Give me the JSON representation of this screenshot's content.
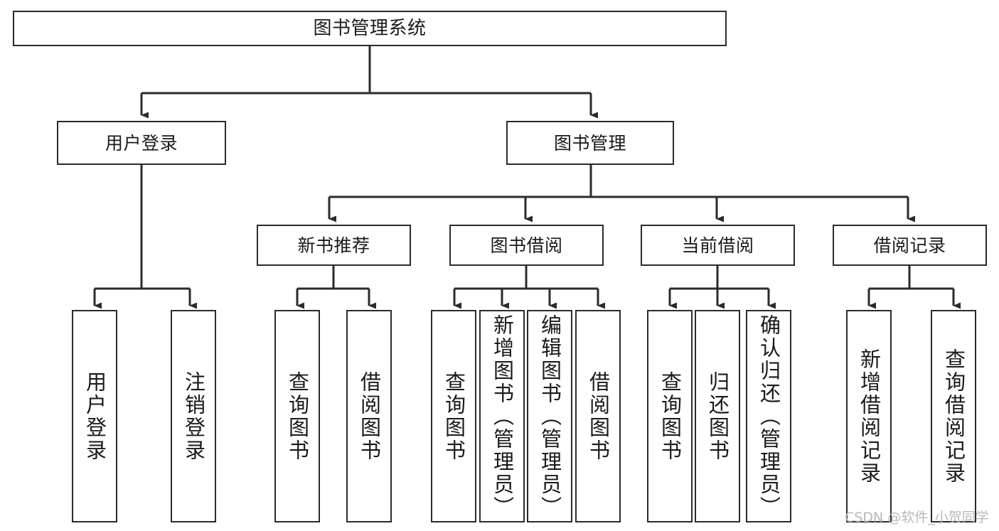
{
  "diagram": {
    "title": "图书管理系统",
    "watermark": "CSDN @软件_小贺同学",
    "type": "tree-hierarchy",
    "levels": 4,
    "colors": {
      "stroke": "#2b2b2b",
      "fill": "#ffffff",
      "text": "#1a1a1a",
      "watermark": "#b9b9b9"
    }
  },
  "nodes": {
    "root": {
      "label": "图书管理系统"
    },
    "level2": [
      {
        "id": "user-login",
        "label": "用户登录"
      },
      {
        "id": "book-manage",
        "label": "图书管理"
      }
    ],
    "level3": [
      {
        "id": "new-book-recommend",
        "label": "新书推荐"
      },
      {
        "id": "book-borrow",
        "label": "图书借阅"
      },
      {
        "id": "current-borrow",
        "label": "当前借阅"
      },
      {
        "id": "borrow-record",
        "label": "借阅记录"
      }
    ],
    "leaves": {
      "user_login": [
        {
          "id": "leaf-user-login",
          "label": "用户登录"
        },
        {
          "id": "leaf-logout-login",
          "label": "注销登录"
        }
      ],
      "new_book_recommend": [
        {
          "id": "leaf-query-book-1",
          "label": "查询图书"
        },
        {
          "id": "leaf-borrow-book-1",
          "label": "借阅图书"
        }
      ],
      "book_borrow": [
        {
          "id": "leaf-query-book-2",
          "label": "查询图书"
        },
        {
          "id": "leaf-add-book",
          "label": "新增图书（管理员）"
        },
        {
          "id": "leaf-edit-book",
          "label": "编辑图书（管理员）"
        },
        {
          "id": "leaf-borrow-book-2",
          "label": "借阅图书"
        }
      ],
      "current_borrow": [
        {
          "id": "leaf-query-book-3",
          "label": "查询图书"
        },
        {
          "id": "leaf-return-book",
          "label": "归还图书"
        },
        {
          "id": "leaf-confirm-return",
          "label": "确认归还（管理员）"
        }
      ],
      "borrow_record": [
        {
          "id": "leaf-add-record",
          "label": "新增借阅记录"
        },
        {
          "id": "leaf-query-record",
          "label": "查询借阅记录"
        }
      ]
    }
  }
}
